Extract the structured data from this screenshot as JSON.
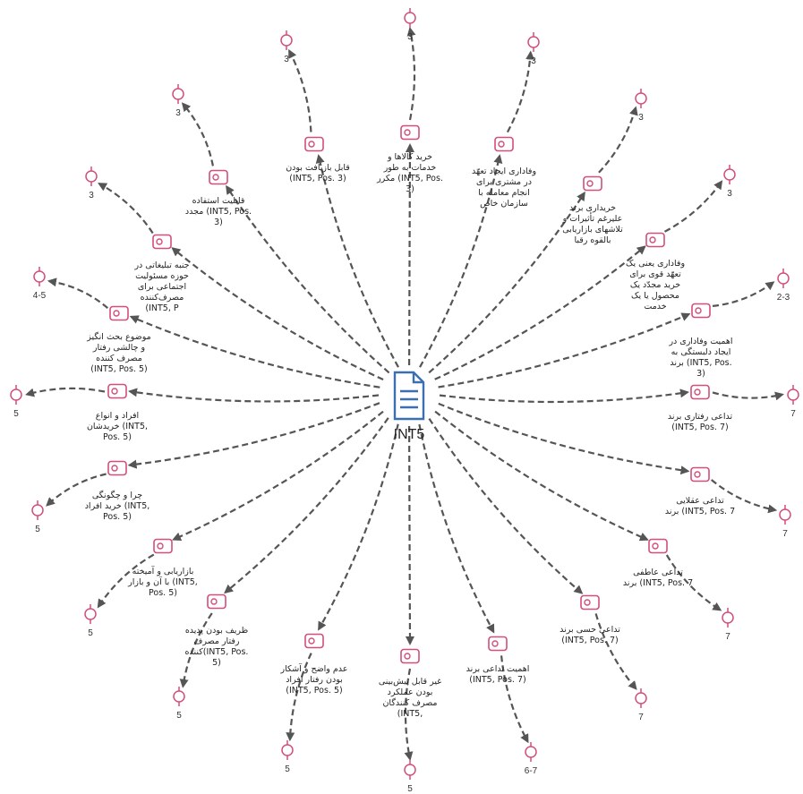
{
  "center": {
    "label": "INT5",
    "icon": "document-icon",
    "color": "#3a6fb0"
  },
  "colors": {
    "node": "#d24f7b",
    "edge": "#555555",
    "center": "#3a6fb0"
  },
  "nodes": [
    {
      "id": "n1",
      "lines": [
        "خرید کالاها و",
        "خدمات به طور",
        "مکرر  (INT5, Pos.",
        "3)"
      ],
      "code": "3"
    },
    {
      "id": "n2",
      "lines": [
        "قابل بازیافت بودن",
        "(INT5, Pos. 3)"
      ],
      "code": "3"
    },
    {
      "id": "n3",
      "lines": [
        "قابلیت استفاده",
        "مجدد  (INT5, Pos.",
        "3)"
      ],
      "code": "3"
    },
    {
      "id": "n4",
      "lines": [
        "جنبه تبلیغاتی در",
        "حوزه مسئولیت",
        "اجتماعی برای",
        "مصرف‌کننده",
        "(INT5, P"
      ],
      "code": "3"
    },
    {
      "id": "n5",
      "lines": [
        "موضوع بحث انگیز",
        "و چالشی رفتار",
        "مصرف کننده",
        "(INT5, Pos. 5)"
      ],
      "code": "4-5"
    },
    {
      "id": "n6",
      "lines": [
        "افراد و انواع",
        "خریدشان (INT5,",
        "Pos. 5)"
      ],
      "code": "5"
    },
    {
      "id": "n7",
      "lines": [
        "چرا و چگونگی",
        "خرید افراد (INT5,",
        "Pos. 5)"
      ],
      "code": "5"
    },
    {
      "id": "n8",
      "lines": [
        "بازاریابی و آمیخته",
        "با آن و بازار  (INT5,",
        "Pos. 5)"
      ],
      "code": "5"
    },
    {
      "id": "n9",
      "lines": [
        "ظریف بودن پدیده",
        "رفتار مصرف",
        "کننده(INT5, Pos.",
        "5)"
      ],
      "code": "5"
    },
    {
      "id": "n10",
      "lines": [
        "عدم واضح و آشکار",
        "بودن  رفتار افراد",
        "(INT5, Pos. 5)"
      ],
      "code": "5"
    },
    {
      "id": "n11",
      "lines": [
        "غیر قابل پیش‌بینی",
        "بودن عملکرد",
        "مصرف کنندگان",
        "(INT5,"
      ],
      "code": "5"
    },
    {
      "id": "n12",
      "lines": [
        "اهمیت  تداعی برند",
        "(INT5, Pos. 7)"
      ],
      "code": "6-7"
    },
    {
      "id": "n13",
      "lines": [
        "تداعی حسی برند",
        "(INT5, Pos. 7)"
      ],
      "code": "7"
    },
    {
      "id": "n14",
      "lines": [
        "تداعی عاطفی",
        "برند (INT5, Pos. 7"
      ],
      "code": "7"
    },
    {
      "id": "n15",
      "lines": [
        "تداعی عقلایی",
        "برند (INT5, Pos. 7"
      ],
      "code": "7"
    },
    {
      "id": "n16",
      "lines": [
        "تداعی رفتاری برند",
        "(INT5, Pos. 7)"
      ],
      "code": "7"
    },
    {
      "id": "n17",
      "lines": [
        "اهمیت  وفاداری در",
        "ایجاد دلبستگی به",
        "برند  (INT5, Pos.",
        "3)"
      ],
      "code": "2-3"
    },
    {
      "id": "n18",
      "lines": [
        "وفاداری یعنی یک",
        "تعهّد قوی برای",
        "خرید مجدّد یک",
        "محصول یا یک",
        "خدمت"
      ],
      "code": "3"
    },
    {
      "id": "n19",
      "lines": [
        "خریداری برند",
        "علیرغم تأثیرات و",
        "تلاشهای بازاریابی",
        "بالقوه رقبا"
      ],
      "code": "3"
    },
    {
      "id": "n20",
      "lines": [
        "وفاداری ایجاد تعهّد",
        "در مشتری برای",
        "انجام معامله با",
        "سازمان خاص"
      ],
      "code": "3"
    }
  ]
}
